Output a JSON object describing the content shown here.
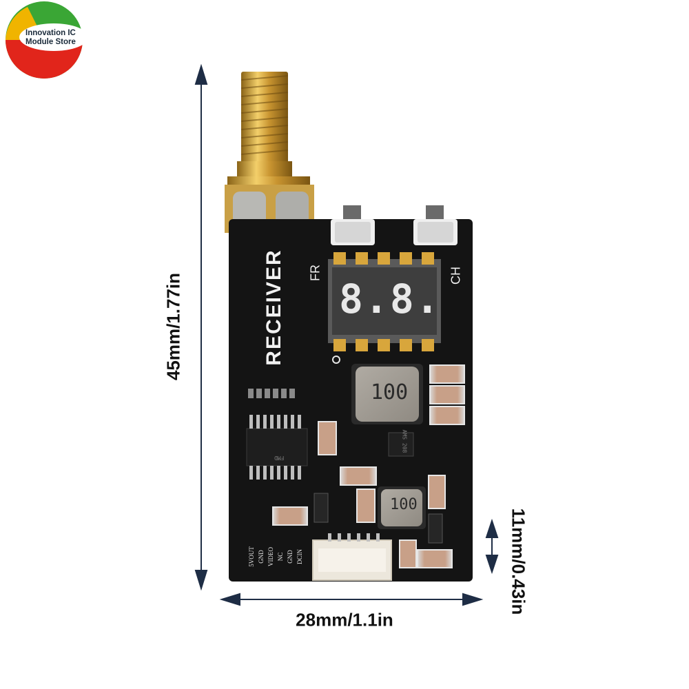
{
  "logo": {
    "line1": "Innovation IC",
    "line2": "Module Store",
    "colors": [
      "#3aa635",
      "#f0b400",
      "#e1251b"
    ]
  },
  "dimensions": {
    "height": "45mm/1.77in",
    "width": "28mm/1.1in",
    "depth": "11mm/0.43in"
  },
  "board": {
    "title": "RECEIVER",
    "button_left_label": "FR",
    "button_right_label": "CH",
    "display": "8.8.",
    "pins": [
      "5VOUT",
      "GND",
      "VIDEO",
      "NC",
      "GND",
      "DCIN"
    ],
    "inductor_large": "100",
    "inductor_small": "100",
    "chip_main": "FMD",
    "chip_small": "AMS 208",
    "colors": {
      "pcb": "#141414",
      "gold": "#d9a93a",
      "arrow": "#1e2d45"
    }
  }
}
